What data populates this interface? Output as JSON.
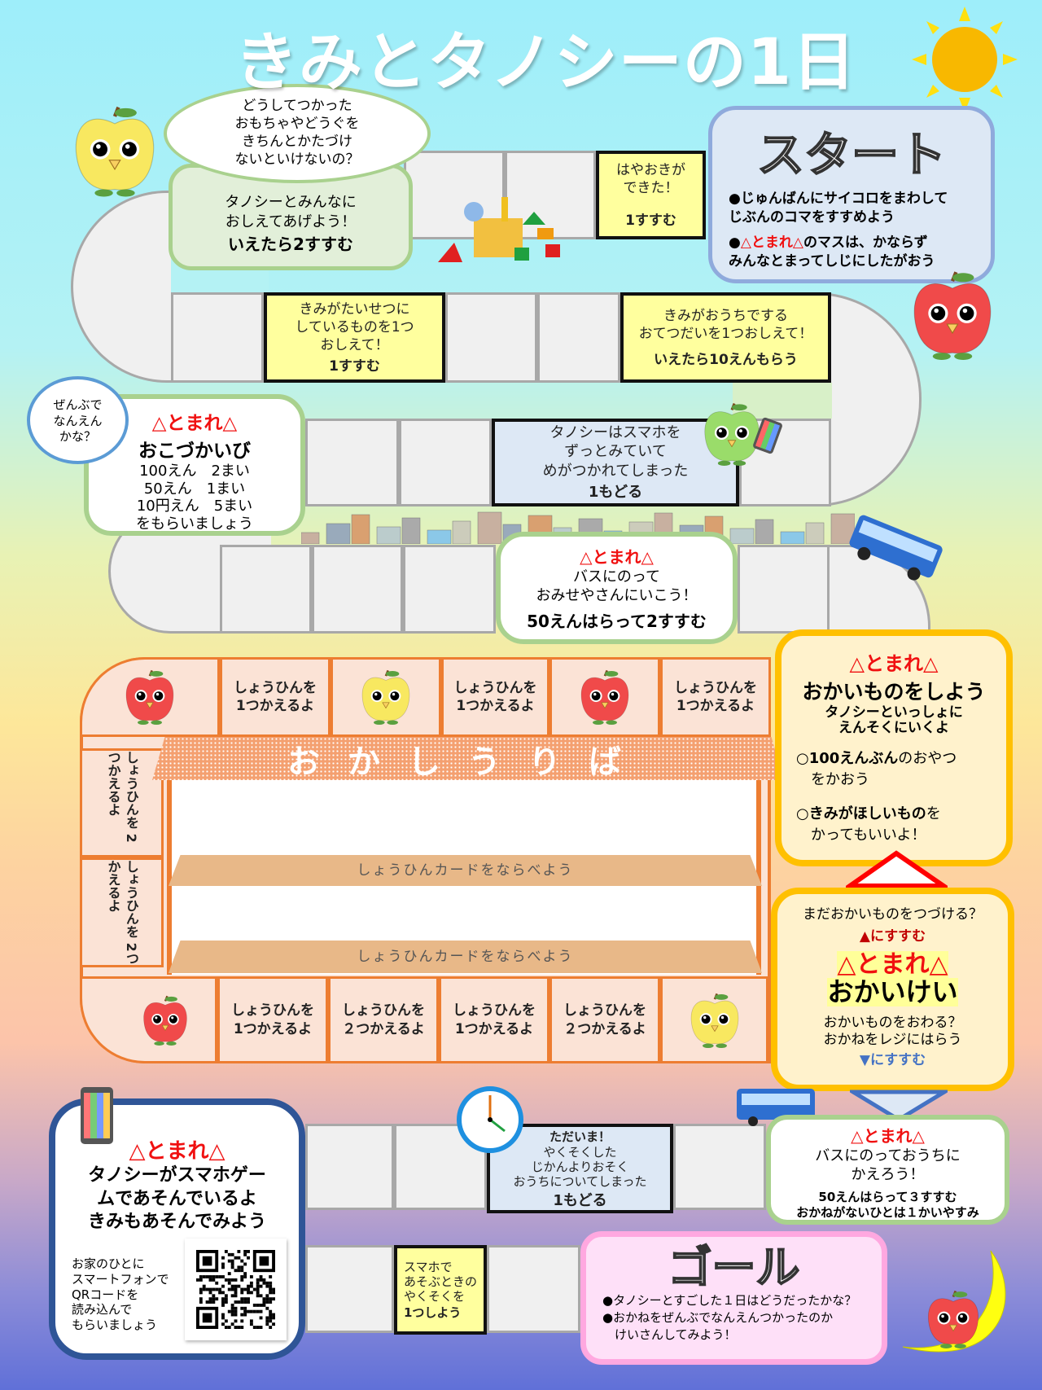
{
  "title": "きみとタノシーの1日",
  "speech_bubble": "どうしてつかった\nおもちゃやどうぐを\nきちんとかたづけ\nないといけないの？",
  "cell_tell": {
    "text": "タノシーとみんなに\nおしえてあげよう！",
    "bold": "いえたら2すすむ"
  },
  "cell_early": {
    "text": "はやおきが\nできた！",
    "bold": "1すすむ"
  },
  "start": {
    "title": "スタート",
    "rule1": "●じゅんばんにサイコロをまわして\nじぶんのコマをすすめよう",
    "rule2_bullet": "●",
    "rule2_stop": "△とまれ△",
    "rule2_rest": "のマスは、かならず\nみんなとまってしじにしたがおう"
  },
  "cell_treasure": {
    "text": "きみがたいせつに\nしているものを1つ\nおしえて！",
    "bold": "1すすむ"
  },
  "cell_chores": {
    "text": "きみがおうちでする\nおてつだいを1つおしえて！",
    "bold": "いえたら10えんもらう"
  },
  "bubble_total": "ぜんぶで\nなんえん\nかな？",
  "allowance": {
    "stop": "△とまれ△",
    "title": "おこづかいび",
    "lines": "100えん　2まい\n50えん　1まい\n10円えん　5まい\nをもらいましょう"
  },
  "cell_phone": {
    "text": "タノシーはスマホを\nずっとみていて\nめがつかれてしまった",
    "bold": "1もどる"
  },
  "cell_bus": {
    "stop": "△とまれ△",
    "text": "バスにのって\nおみせやさんにいこう！",
    "bold": "50えんはらって2すすむ"
  },
  "shop": {
    "awning": "おかしうりば",
    "shelf_label": "しょうひんカードをならべよう",
    "top": [
      "しょうひんを\n1つかえるよ",
      "しょうひんを\n1つかえるよ",
      "しょうひんを\n1つかえるよ"
    ],
    "left": [
      "しょうひんを\n2つかえるよ",
      "しょうひんを\n2つかえるよ"
    ],
    "bottom": [
      "しょうひんを\n1つかえるよ",
      "しょうひんを\n２つかえるよ",
      "しょうひんを\n1つかえるよ",
      "しょうひんを\n２つかえるよ"
    ]
  },
  "shopping": {
    "stop": "△とまれ△",
    "title": "おかいものをしよう",
    "sub": "タノシーといっしょに\nえんそくにいくよ",
    "item1_bold": "○100えんぶん",
    "item1_rest": "のおやつ\n　をかおう",
    "item2_bold": "○きみがほしいもの",
    "item2_rest": "を\n　かってもいいよ！"
  },
  "checkout": {
    "q1": "まだおかいものをつづける？",
    "up": "▲にすすむ",
    "stop": "△とまれ△",
    "title": "おかいけい",
    "q2": "おかいものをおわる？\nおかねをレジにはらう",
    "down": "▼にすすむ"
  },
  "bus_home": {
    "stop": "△とまれ△",
    "text": "バスにのっておうちに\nかえろう！",
    "bold": "50えんはらって３すすむ\nおかねがないひとは１かいやすみ"
  },
  "cell_late": {
    "head": "ただいま！",
    "text": "やくそくした\nじかんよりおそく\nおうちについてしまった",
    "bold": "1もどる"
  },
  "game": {
    "stop": "△とまれ△",
    "text": "タノシーがスマホゲー\nムであそんでいるよ\nきみもあそんでみよう",
    "qr_text": "お家のひとに\nスマートフォンで\nQRコードを\n読み込んで\nもらいましょう"
  },
  "cell_promise": {
    "text": "スマホで\nあそぶときの\nやくそくを",
    "bold": "1つしよう"
  },
  "goal": {
    "title": "ゴール",
    "line1": "●タノシーとすごした１日はどうだったかな？",
    "line2": "●おかねをぜんぶでなんえんつかったのか\n　けいさんしてみよう！"
  },
  "colors": {
    "stop": "#f01010",
    "apple_red": "#f04a4a",
    "apple_yellow": "#f8e860",
    "apple_green": "#9adc6a"
  }
}
